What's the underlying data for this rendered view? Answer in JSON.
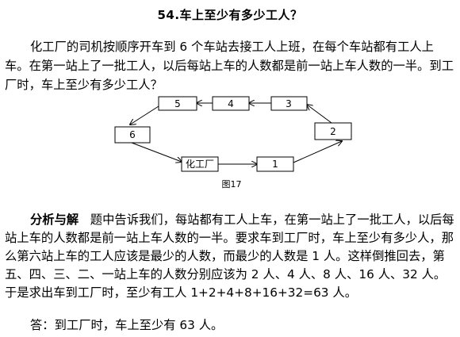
{
  "title": "54.车上至少有多少工人？",
  "problem": "化工厂的司机按顺序开车到 6 个车站去接工人上班，在每个车站都有工人上车。在第一站上了一批工人，以后每站上车的人数都是前一站上车人数的一半。到工厂时，车上至少有多少工人？",
  "figure": {
    "stations": {
      "s1": "1",
      "s2": "2",
      "s3": "3",
      "s4": "4",
      "s5": "5",
      "s6": "6",
      "factory": "化工厂"
    },
    "caption": "图17"
  },
  "analysis": {
    "heading": "分析与解",
    "text": "题中告诉我们，每站都有工人上车，在第一站上了一批工人，以后每站上车的人数都是前一站上车人数的一半。要求车到工厂时，车上至少有多少人，那么第六站上车的工人应该是最少的人数，而最少的人数是 1 人。这样倒推回去，第五、四、三、二、一站上车的人数分别应该为 2 人、4 人、8 人、16 人、32 人。于是求出车到工厂时，至少有工人 1+2+4+8+16+32=63 人。"
  },
  "answer": "答：到工厂时，车上至少有 63 人。"
}
